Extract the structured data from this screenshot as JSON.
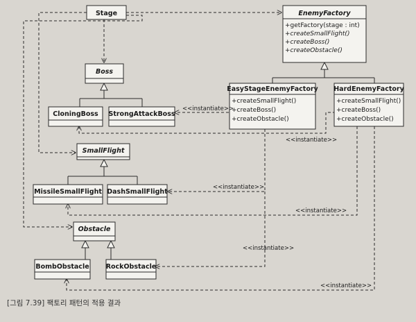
{
  "classes": {
    "stage": "Stage",
    "enemy_factory": "EnemyFactory",
    "boss": "Boss",
    "cloning_boss": "CloningBoss",
    "strong_attack_boss": "StrongAttackBoss",
    "easy_factory": "EasyStageEnemyFactory",
    "hard_factory": "HardEnemyFactory",
    "small_flight": "SmallFlight",
    "missile_small_flight": "MissileSmallFlight",
    "dash_small_flight": "DashSmallFlight",
    "obstacle": "Obstacle",
    "bomb_obstacle": "BombObstacle",
    "rock_obstacle": "RockObstacle"
  },
  "operations": {
    "enemy_factory": [
      "+getFactory(stage : int)",
      "+createSmallFlight()",
      "+createBoss()",
      "+createObstacle()"
    ],
    "easy_factory": [
      "+createSmallFlight()",
      "+createBoss()",
      "+createObstacle()"
    ],
    "hard_factory": [
      "+createSmallFlight()",
      "+createBoss()",
      "+createObstacle()"
    ]
  },
  "stereotype": "<<instantiate>>",
  "caption": "[그림 7.39] 팩토리 패턴의 적용 결과"
}
